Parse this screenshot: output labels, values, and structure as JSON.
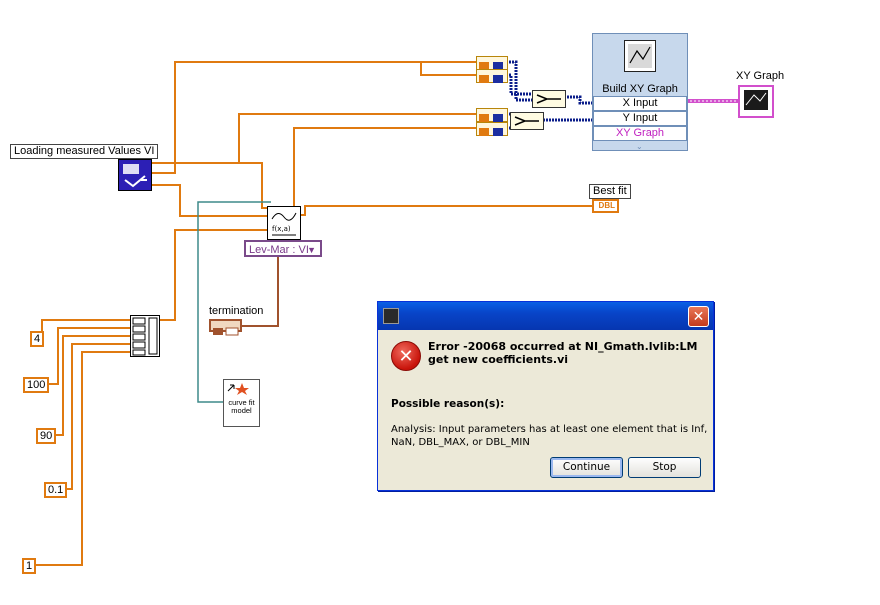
{
  "diagram": {
    "labels": {
      "loading_vi": "Loading measured Values VI",
      "xy_graph": "XY Graph",
      "best_fit": "Best fit",
      "termination": "termination",
      "lev_mar": "Lev-Mar : VI",
      "curve_fit_model": "curve fit model"
    },
    "build_xy": {
      "title": "Build XY Graph",
      "x_input": "X Input",
      "y_input": "Y Input",
      "xy_graph": "XY Graph"
    },
    "constants": [
      "4",
      "100",
      "90",
      "0.1",
      "1"
    ],
    "best_fit_tag": "DBL",
    "colors": {
      "orange_wire": "#e07a10",
      "dynamic_wire": "#0a1c8a",
      "pink_wire": "#d24fcc",
      "teal_wire": "#3e8a8a",
      "brown_wire": "#a0522d"
    }
  },
  "dialog": {
    "error_text": "Error -20068 occurred at NI_Gmath.lvlib:LM get new coefficients.vi",
    "possible_reasons": "Possible reason(s):",
    "detail": "Analysis:  Input parameters has at least one element that is Inf, NaN, DBL_MAX, or DBL_MIN",
    "continue_label": "Continue",
    "stop_label": "Stop",
    "close_glyph": "✕",
    "error_glyph": "✕"
  }
}
